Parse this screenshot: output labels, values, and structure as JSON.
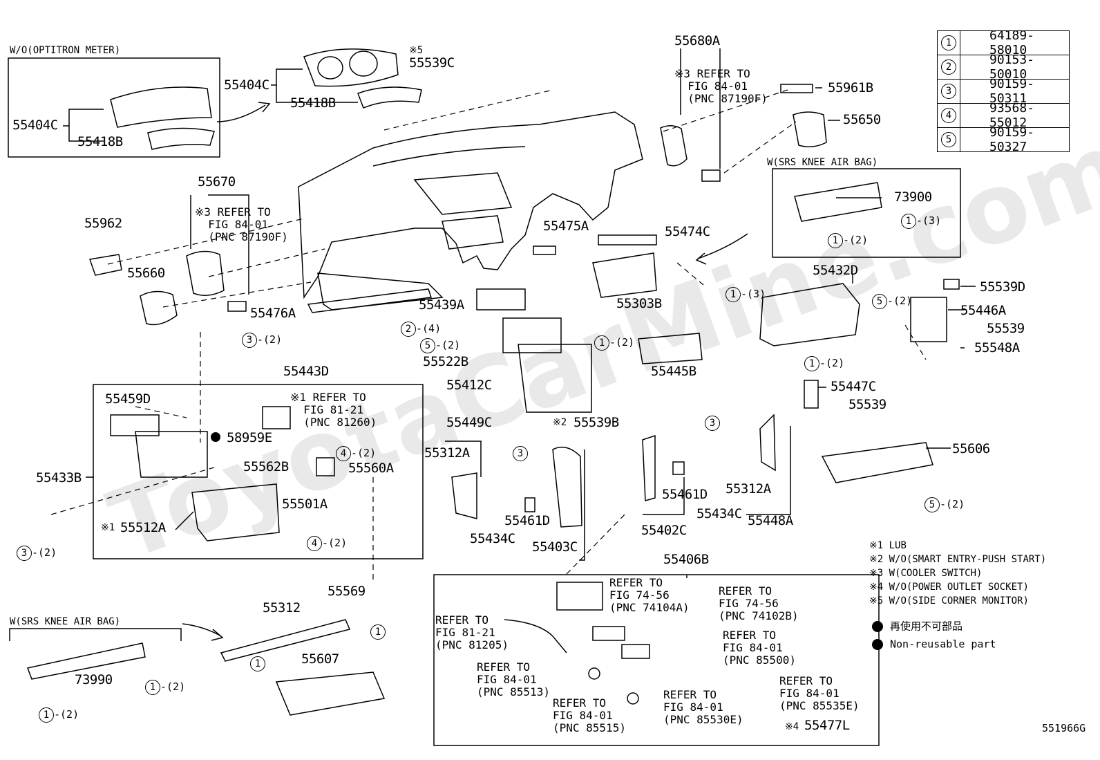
{
  "watermark": "ToyotaCarMine.com",
  "inset_wo_optitron": {
    "title": "W/O(OPTITRON METER)",
    "part_a": "55404C",
    "part_b": "55418B"
  },
  "parts": {
    "p55404C": "55404C",
    "p55418B": "55418B",
    "p55539C": "55539C",
    "p55539C_note": "※5",
    "p55680A": "55680A",
    "p55961B": "55961B",
    "p55650": "55650",
    "p55670": "55670",
    "p55962": "55962",
    "p55660": "55660",
    "p55475A": "55475A",
    "p55474C": "55474C",
    "p55476A": "55476A",
    "p55439A": "55439A",
    "p55303B": "55303B",
    "p55522B": "55522B",
    "p55412C": "55412C",
    "p55445B": "55445B",
    "p55443D": "55443D",
    "p55432D": "55432D",
    "p55539D": "55539D",
    "p55446A": "55446A",
    "p55539a": "55539",
    "p55548A": "55548A",
    "p55447C": "55447C",
    "p55539b": "55539",
    "p55606": "55606",
    "p55459D": "55459D",
    "p58959E": "58959E",
    "p55433B": "55433B",
    "p55562B": "55562B",
    "p55560A": "55560A",
    "p55501A": "55501A",
    "p55512A": "55512A",
    "p55512A_note": "※1",
    "p55449C": "55449C",
    "p55312A_l": "55312A",
    "p55539B": "55539B",
    "p55539B_note": "※2",
    "p55461D_l": "55461D",
    "p55434C_l": "55434C",
    "p55403C": "55403C",
    "p55461D_r": "55461D",
    "p55434C_r": "55434C",
    "p55312A_r": "55312A",
    "p55402C": "55402C",
    "p55448A": "55448A",
    "p55569": "55569",
    "p55312": "55312",
    "p55607": "55607",
    "p73990": "73990",
    "p73900": "73900",
    "p55406B": "55406B",
    "p55477L": "55477L",
    "p55477L_note": "※4"
  },
  "refs": {
    "r_55680A": "※3 REFER TO\n  FIG 84-01\n  (PNC 87190F)",
    "r_55670": "※3 REFER TO\n  FIG 84-01\n  (PNC 87190F)",
    "r_glovebox": "※1 REFER TO\n  FIG 81-21\n  (PNC 81260)",
    "r_74104A": "REFER TO\nFIG 74-56\n(PNC 74104A)",
    "r_74102B": "REFER TO\nFIG 74-56\n(PNC 74102B)",
    "r_81205": "REFER TO\nFIG 81-21\n(PNC 81205)",
    "r_85500": "REFER TO\nFIG 84-01\n(PNC 85500)",
    "r_85513": "REFER TO\nFIG 84-01\n(PNC 85513)",
    "r_85515": "REFER TO\nFIG 84-01\n(PNC 85515)",
    "r_85530E": "REFER TO\nFIG 84-01\n(PNC 85530E)",
    "r_85535E": "REFER TO\nFIG 84-01\n(PNC 85535E)"
  },
  "callouts": {
    "c1": {
      "num": "1",
      "qty": "-(3)"
    },
    "c2": {
      "num": "1",
      "qty": "-(2)"
    },
    "c3": {
      "num": "1",
      "qty": "-(3)"
    },
    "c4": {
      "num": "1",
      "qty": "-(2)"
    },
    "c5": {
      "num": "5",
      "qty": "-(2)"
    },
    "c6": {
      "num": "1",
      "qty": "-(2)"
    },
    "c7": {
      "num": "2",
      "qty": "-(4)"
    },
    "c8": {
      "num": "5",
      "qty": "-(2)"
    },
    "c9": {
      "num": "3",
      "qty": "-(2)"
    },
    "c10": {
      "num": "4",
      "qty": "-(2)"
    },
    "c11": {
      "num": "4",
      "qty": "-(2)"
    },
    "c12": {
      "num": "3",
      "qty": "-(2)"
    },
    "c13": {
      "num": "3",
      "qty": ""
    },
    "c14": {
      "num": "3",
      "qty": ""
    },
    "c15": {
      "num": "5",
      "qty": "-(2)"
    },
    "c16": {
      "num": "1",
      "qty": ""
    },
    "c17": {
      "num": "1",
      "qty": ""
    },
    "c18": {
      "num": "1",
      "qty": "-(2)"
    },
    "c19": {
      "num": "1",
      "qty": "-(2)"
    }
  },
  "knee_airbag_box": {
    "title": "W(SRS KNEE AIR BAG)"
  },
  "knee_airbag_left": {
    "title": "W(SRS KNEE AIR BAG)"
  },
  "parts_table": [
    {
      "key": "1",
      "pn": "64189-58010"
    },
    {
      "key": "2",
      "pn": "90153-50010"
    },
    {
      "key": "3",
      "pn": "90159-50311"
    },
    {
      "key": "4",
      "pn": "93568-55012"
    },
    {
      "key": "5",
      "pn": "90159-50327"
    }
  ],
  "notes": [
    "※1 LUB",
    "※2 W/O(SMART ENTRY-PUSH START)",
    "※3 W(COOLER SWITCH)",
    "※4 W/O(POWER OUTLET SOCKET)",
    "※5 W/O(SIDE CORNER MONITOR)"
  ],
  "legend": {
    "jp": "再使用不可部品",
    "en": "Non-reusable part"
  },
  "figure_id": "551966G"
}
